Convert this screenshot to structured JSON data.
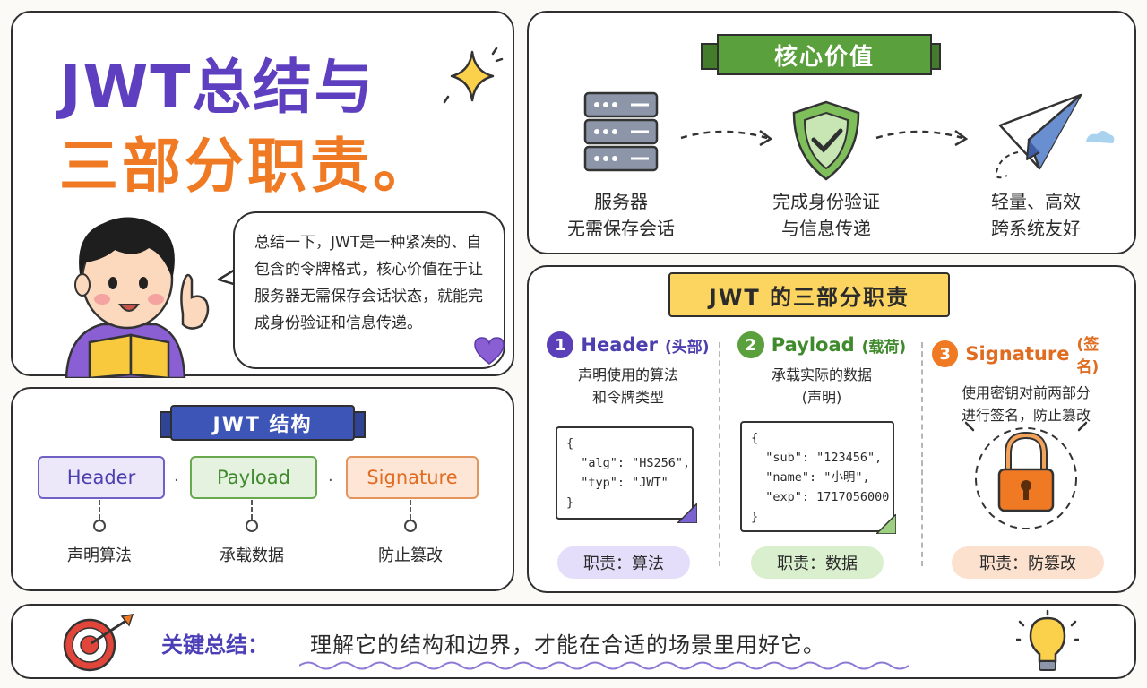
{
  "title": {
    "line1": "JWT总结与",
    "line2": "三部分职责。"
  },
  "bubble_text": "总结一下，JWT是一种紧凑的、自包含的令牌格式，核心价值在于让服务器无需保存会话状态，就能完成身份验证和信息传递。",
  "structure": {
    "ribbon": "JWT 结构",
    "segments": [
      {
        "label": "Header",
        "caption": "声明算法"
      },
      {
        "label": "Payload",
        "caption": "承载数据"
      },
      {
        "label": "Signature",
        "caption": "防止篡改"
      }
    ],
    "separator": "·"
  },
  "core_value": {
    "ribbon": "核心价值",
    "items": [
      {
        "icon": "server-icon",
        "line1": "服务器",
        "line2": "无需保存会话"
      },
      {
        "icon": "shield-check-icon",
        "line1": "完成身份验证",
        "line2": "与信息传递"
      },
      {
        "icon": "paper-plane-icon",
        "line1": "轻量、高效",
        "line2": "跨系统友好"
      }
    ]
  },
  "parts": {
    "ribbon": "JWT 的三部分职责",
    "columns": [
      {
        "num": "1",
        "name": "Header",
        "sub": "(头部)",
        "desc1": "声明使用的算法",
        "desc2": "和令牌类型",
        "code": "{\n  \"alg\": \"HS256\",\n  \"typ\": \"JWT\"\n}",
        "duty": "职责：算法"
      },
      {
        "num": "2",
        "name": "Payload",
        "sub": "(载荷)",
        "desc1": "承载实际的数据",
        "desc2": "(声明)",
        "code": "{\n  \"sub\": \"123456\",\n  \"name\": \"小明\",\n  \"exp\": 1717056000\n}",
        "duty": "职责：数据"
      },
      {
        "num": "3",
        "name": "Signature",
        "sub": "(签名)",
        "desc1": "使用密钥对前两部分",
        "desc2": "进行签名，防止篡改",
        "duty": "职责：防篡改"
      }
    ]
  },
  "summary": {
    "label": "关键总结：",
    "text": "理解它的结构和边界，才能在合适的场景里用好它。"
  },
  "colors": {
    "purple": "#5e3fc0",
    "orange": "#f07a24",
    "green": "#5aa03c",
    "blue": "#3d55b6",
    "yellow": "#fbd560"
  }
}
